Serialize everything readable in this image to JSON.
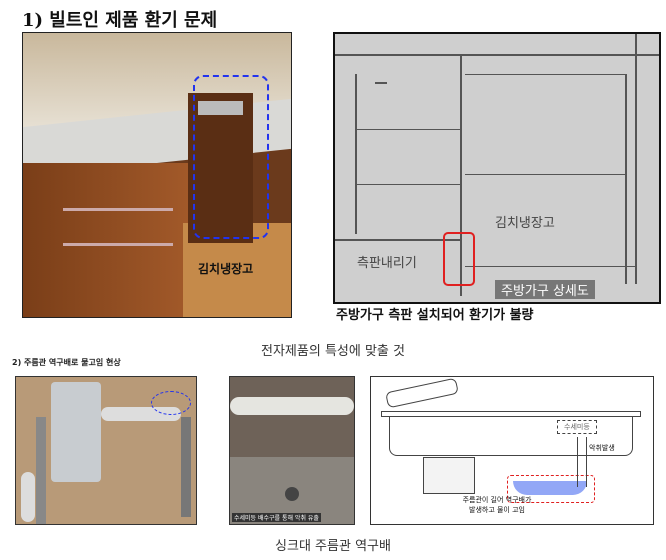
{
  "section1": {
    "title": "1) 빌트인 제품 환기 문제",
    "photo_label": "김치냉장고",
    "diagram": {
      "label_side": "측판내리기",
      "label_fridge": "김치냉장고",
      "tag": "주방가구 상세도"
    },
    "caption": "주방가구 측판 설치되어 환기가 불량"
  },
  "note": "전자제품의 특성에 맞출 것",
  "section2": {
    "title": "2) 주름관 역구배로 물고임 현상",
    "photo2_caption": "수세미등 배수구를 통해 악취 유출",
    "diagram": {
      "box_label": "수세미등",
      "smell_label": "악취발생",
      "pipe_label_1": "주름관이 길어 역구배가",
      "pipe_label_2": "발생하고 물이 고임"
    },
    "caption": "싱크대 주름관 역구배"
  },
  "colors": {
    "highlight_blue": "#2233ee",
    "highlight_red": "#e02020",
    "water": "#4a6cf0"
  }
}
